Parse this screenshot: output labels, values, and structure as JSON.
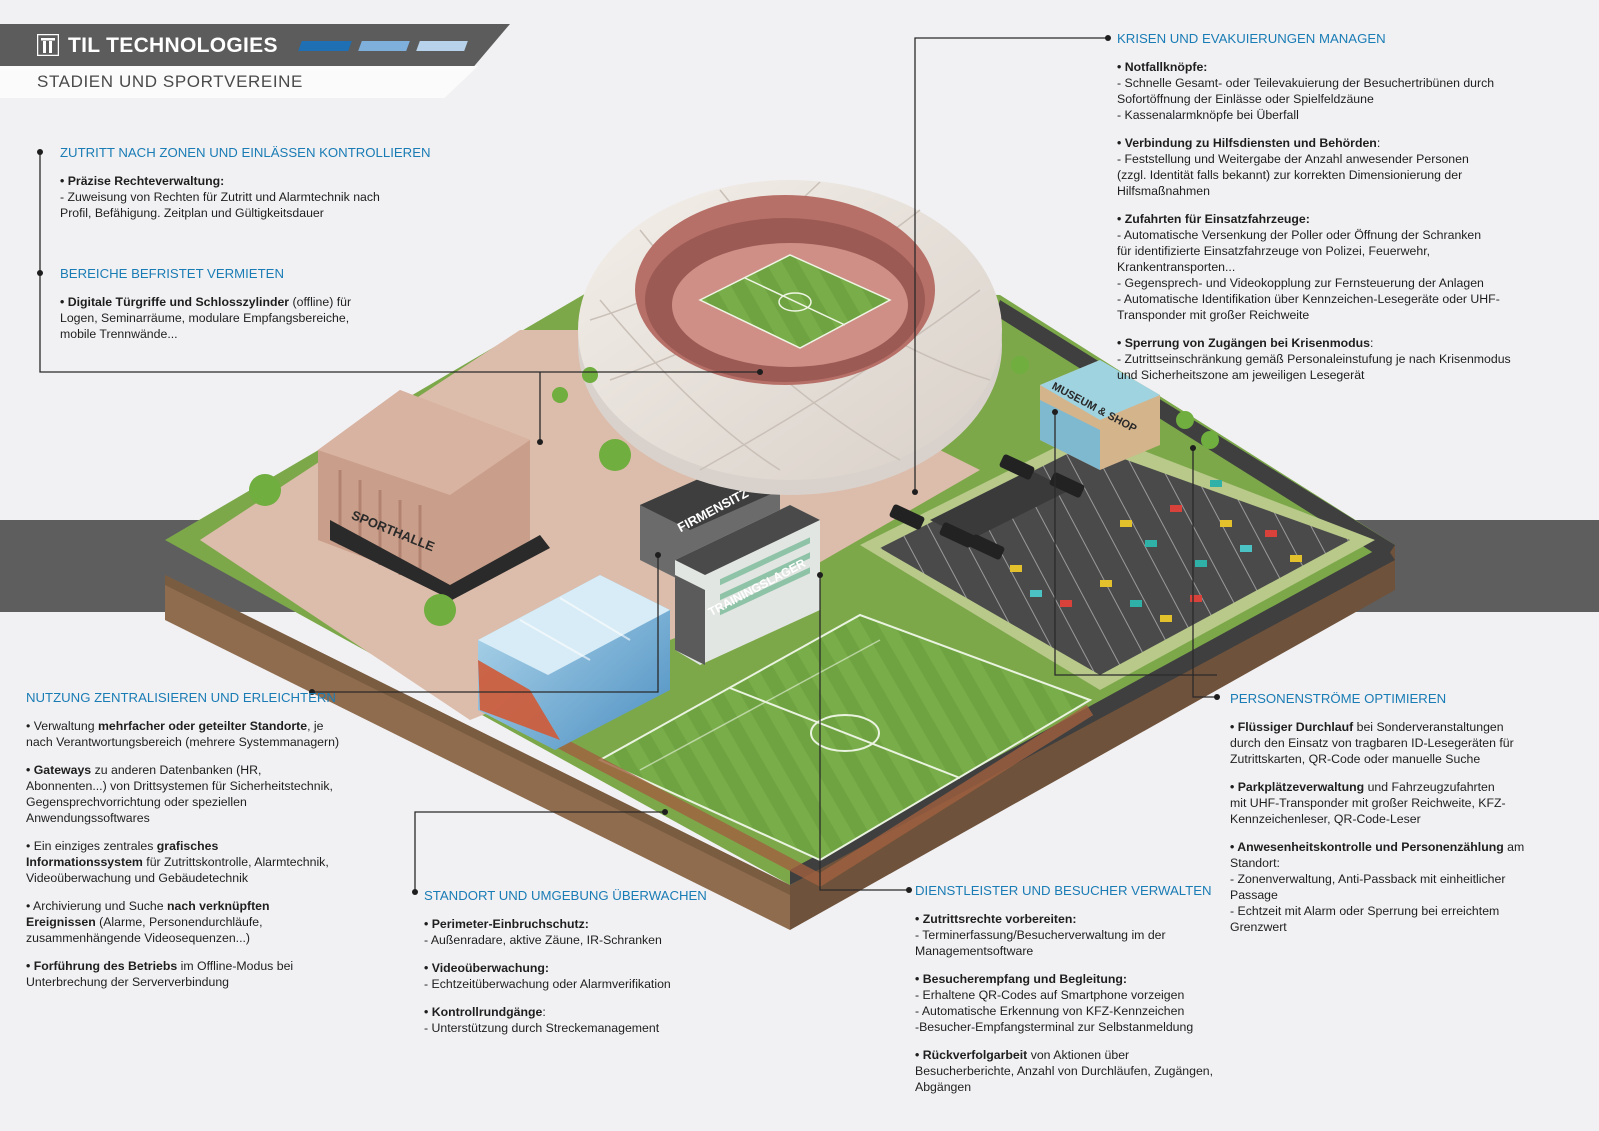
{
  "header": {
    "brand": "TIL TECHNOLOGIES",
    "subtitle": "STADIEN UND SPORTVEREINE",
    "colors": {
      "dark": "#5c5c5c",
      "accent_1": "#1e6fb3",
      "accent_2": "#7fb0dc",
      "accent_3": "#b7d2ea"
    }
  },
  "labels": {
    "firmensitz": "FIRMENSITZ",
    "trainingslager": "TRAININGSLAGER",
    "sporthalle": "SPORTHALLE",
    "museum": "MUSEUM & SHOP"
  },
  "sections": {
    "zutritt": {
      "title": "ZUTRITT NACH ZONEN UND EINLÄSSEN KONTROLLIEREN",
      "items": [
        [
          {
            "b": "• Präzise Rechteverwaltung:",
            "t": ""
          },
          {
            "t": "- Zuweisung von Rechten für Zutritt und Alarmtechnik nach"
          },
          {
            "t": "Profil, Befähigung. Zeitplan und Gültigkeitsdauer"
          }
        ]
      ]
    },
    "bereiche": {
      "title": "BEREICHE BEFRISTET VERMIETEN",
      "items": [
        [
          {
            "b": "• Digitale Türgriffe und Schlosszylinder",
            "t": " (offline) für"
          },
          {
            "t": "Logen, Seminarräume, modulare Empfangsbereiche,"
          },
          {
            "t": "mobile Trennwände..."
          }
        ]
      ]
    },
    "nutzung": {
      "title": "NUTZUNG ZENTRALISIEREN UND ERLEICHTERN",
      "items": [
        [
          {
            "t": "• Verwaltung ",
            "b": "mehrfacher oder geteilter Standorte",
            "t2": ", je"
          },
          {
            "t": "nach Verantwortungsbereich (mehrere Systemmanagern)"
          }
        ],
        [
          {
            "b": "• Gateways",
            "t": " zu anderen Datenbanken (HR,"
          },
          {
            "t": "Abonnenten...) von Drittsystemen für Sicherheitstechnik,"
          },
          {
            "t": "Gegensprechvorrichtung oder speziellen"
          },
          {
            "t": "Anwendungssoftwares"
          }
        ],
        [
          {
            "t": "• Ein einziges zentrales ",
            "b": "grafisches"
          },
          {
            "b": "Informationssystem",
            "t": " für Zutrittskontrolle, Alarmtechnik,"
          },
          {
            "t": "Videoüberwachung und Gebäudetechnik"
          }
        ],
        [
          {
            "t": "• Archivierung und Suche ",
            "b": "nach verknüpften"
          },
          {
            "b": "Ereignissen",
            "t": " (Alarme, Personendurchläufe,"
          },
          {
            "t": "zusammenhängende Videosequenzen...)"
          }
        ],
        [
          {
            "b": "• Forführung des Betriebs",
            "t": " im Offline-Modus bei"
          },
          {
            "t": "Unterbrechung der Serververbindung"
          }
        ]
      ]
    },
    "standort": {
      "title": "STANDORT UND UMGEBUNG ÜBERWACHEN",
      "items": [
        [
          {
            "b": "• Perimeter-Einbruchschutz:",
            "t": ""
          },
          {
            "t": "- Außenradare, aktive Zäune, IR-Schranken"
          }
        ],
        [
          {
            "b": "• Videoüberwachung:",
            "t": ""
          },
          {
            "t": "- Echtzeitüberwachung oder Alarmverifikation"
          }
        ],
        [
          {
            "b": "• Kontrollrundgänge",
            "t": ":"
          },
          {
            "t": "- Unterstützung durch Streckemanagement"
          }
        ]
      ]
    },
    "dienstleister": {
      "title": "DIENSTLEISTER UND BESUCHER VERWALTEN",
      "items": [
        [
          {
            "b": "• Zutrittsrechte vorbereiten:",
            "t": ""
          },
          {
            "t": "- Terminerfassung/Besucherverwaltung im der"
          },
          {
            "t": "Managementsoftware"
          }
        ],
        [
          {
            "b": "• Besucherempfang und Begleitung:",
            "t": ""
          },
          {
            "t": "- Erhaltene QR-Codes auf Smartphone vorzeigen"
          },
          {
            "t": "- Automatische Erkennung von KFZ-Kennzeichen"
          },
          {
            "t": "-Besucher-Empfangsterminal zur Selbstanmeldung"
          }
        ],
        [
          {
            "b": "• Rückverfolgarbeit",
            "t": " von Aktionen über"
          },
          {
            "t": "Besucherberichte, Anzahl von Durchläufen, Zugängen,"
          },
          {
            "t": "Abgängen"
          }
        ]
      ]
    },
    "personen": {
      "title": "PERSONENSTRÖME OPTIMIEREN",
      "items": [
        [
          {
            "b": "• Flüssiger Durchlauf",
            "t": " bei Sonderveranstaltungen"
          },
          {
            "t": "durch den Einsatz von tragbaren ID-Lesegeräten für"
          },
          {
            "t": "Zutrittskarten, QR-Code oder manuelle Suche"
          }
        ],
        [
          {
            "b": "• Parkplätzeverwaltung",
            "t": " und Fahrzeugzufahrten"
          },
          {
            "t": "mit UHF-Transponder mit großer Reichweite, KFZ-"
          },
          {
            "t": "Kennzeichenleser, QR-Code-Leser"
          }
        ],
        [
          {
            "b": "• Anwesenheitskontrolle und Personenzählung",
            "t": " am"
          },
          {
            "t": "Standort:"
          },
          {
            "t": "- Zonenverwaltung, Anti-Passback mit einheitlicher"
          },
          {
            "t": "Passage"
          },
          {
            "t": "- Echtzeit mit Alarm oder Sperrung bei erreichtem"
          },
          {
            "t": "Grenzwert"
          }
        ]
      ]
    },
    "krisen": {
      "title": "KRISEN UND EVAKUIERUNGEN MANAGEN",
      "items": [
        [
          {
            "b": "• Notfallknöpfe:",
            "t": ""
          },
          {
            "t": "- Schnelle Gesamt- oder Teilevakuierung der Besuchertribünen durch"
          },
          {
            "t": "Sofortöffnung der Einlässe oder Spielfeldzäune"
          },
          {
            "t": "- Kassenalarmknöpfe bei Überfall"
          }
        ],
        [
          {
            "b": "• Verbindung zu Hilfsdiensten und Behörden",
            "t": ":"
          },
          {
            "t": "- Feststellung und Weitergabe der Anzahl anwesender Personen"
          },
          {
            "t": "(zzgl. Identität falls bekannt) zur korrekten Dimensionierung der"
          },
          {
            "t": "Hilfsmaßnahmen"
          }
        ],
        [
          {
            "b": "• Zufahrten für Einsatzfahrzeuge:",
            "t": ""
          },
          {
            "t": "- Automatische Versenkung der Poller oder Öffnung der Schranken"
          },
          {
            "t": "für identifizierte Einsatzfahrzeuge von Polizei, Feuerwehr,"
          },
          {
            "t": "Krankentransporten..."
          },
          {
            "t": "- Gegensprech- und Videokopplung zur Fernsteuerung der Anlagen"
          },
          {
            "t": "- Automatische Identifikation über Kennzeichen-Lesegeräte oder UHF-"
          },
          {
            "t": "Transponder mit großer Reichweite"
          }
        ],
        [
          {
            "b": "• Sperrung von Zugängen bei Krisenmodus",
            "t": ":"
          },
          {
            "t": "- Zutrittseinschränkung gemäß Personaleinstufung je nach Krisenmodus"
          },
          {
            "t": "und Sicherheitszone am jeweiligen Lesegerät"
          }
        ]
      ]
    }
  }
}
